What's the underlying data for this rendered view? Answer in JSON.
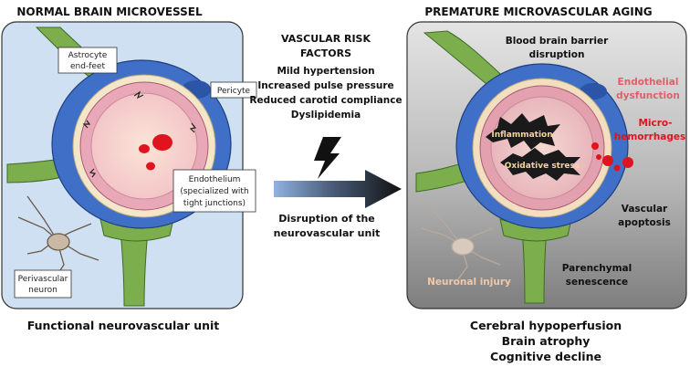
{
  "left_panel": {
    "title": "NORMAL BRAIN MICROVESSEL",
    "labels": {
      "astrocyte_1": "Astrocyte",
      "astrocyte_2": "end-feet",
      "pericyte": "Pericyte",
      "endothelium_1": "Endothelium",
      "endothelium_2": "(specialized with",
      "endothelium_3": "tight junctions)",
      "neuron_1": "Perivascular",
      "neuron_2": "neuron"
    },
    "caption": "Functional neurovascular unit"
  },
  "middle": {
    "risk_title_1": "VASCULAR RISK",
    "risk_title_2": "FACTORS",
    "risk_items": [
      "Mild hypertension",
      "Increased pulse pressure",
      "Reduced carotid compliance",
      "Dyslipidemia"
    ],
    "disruption_1": "Disruption of the",
    "disruption_2": "neurovascular unit"
  },
  "right_panel": {
    "title": "PREMATURE MICROVASCULAR AGING",
    "bbb_1": "Blood brain barrier",
    "bbb_2": "disruption",
    "endo_1": "Endothelial",
    "endo_2": "dysfunction",
    "micro_1": "Micro-",
    "micro_2": "hemorrhages",
    "inflammation": "Inflammation",
    "oxidative": "Oxidative stress",
    "apoptosis_1": "Vascular",
    "apoptosis_2": "apoptosis",
    "neuronal": "Neuronal injury",
    "senescence_1": "Parenchymal",
    "senescence_2": "senescence",
    "outcomes": [
      "Cerebral hypoperfusion",
      "Brain atrophy",
      "Cognitive decline"
    ]
  },
  "colors": {
    "left_bg": "#cfe0f2",
    "right_bg_top": "#d9d9d9",
    "right_bg_bottom": "#8a8a8a",
    "pericyte_blue": "#3f6fc7",
    "astrocyte_green": "#7cae4d",
    "endothelium_pink": "#e9a8b8",
    "blood_red": "#e0141e",
    "endo_dysfunction_red": "#e0606a",
    "neuronal_injury": "#f0c8a8"
  }
}
